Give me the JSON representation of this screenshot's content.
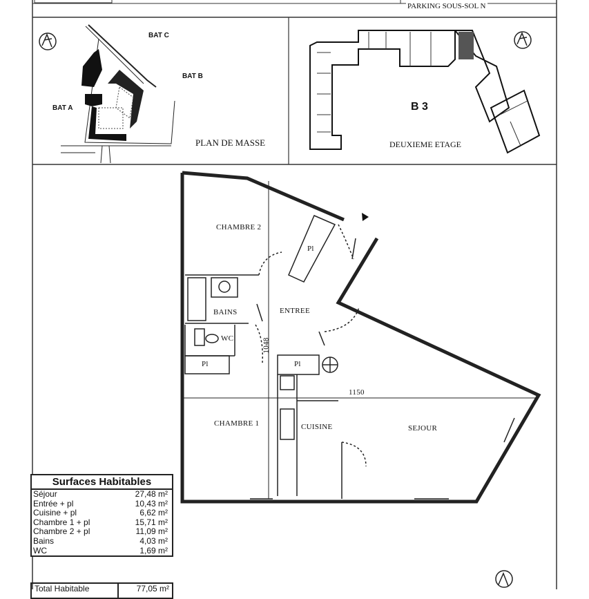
{
  "header": {
    "parking_text": "PARKING SOUS-SOL N"
  },
  "site_plan": {
    "buildings": [
      "BAT C",
      "BAT B",
      "BAT A"
    ],
    "caption": "PLAN DE MASSE"
  },
  "floor_plan": {
    "building_code": "B 3",
    "caption": "DEUXIEME ETAGE"
  },
  "apartment": {
    "rooms": {
      "chambre2": "CHAMBRE 2",
      "pl_closet1": "Pl",
      "bains": "BAINS",
      "entree": "ENTREE",
      "wc": "WC",
      "pl_closet2": "Pl",
      "pl_closet3": "Pl",
      "chambre1": "CHAMBRE 1",
      "cuisine": "CUISINE",
      "sejour": "SEJOUR"
    },
    "dimensions": {
      "vertical": "1048",
      "horizontal": "1150"
    }
  },
  "surfaces": {
    "title": "Surfaces Habitables",
    "rows": [
      {
        "room": "Séjour",
        "area": "27,48 m²"
      },
      {
        "room": "Entrée + pl",
        "area": "10,43 m²"
      },
      {
        "room": "Cuisine + pl",
        "area": "6,62 m²"
      },
      {
        "room": "Chambre 1 + pl",
        "area": "15,71 m²"
      },
      {
        "room": "Chambre 2 + pl",
        "area": "11,09 m²"
      },
      {
        "room": "Bains",
        "area": "4,03 m²"
      },
      {
        "room": "WC",
        "area": "1,69 m²"
      }
    ],
    "total_label": "Total  Habitable",
    "total_value": "77,05 m²"
  }
}
